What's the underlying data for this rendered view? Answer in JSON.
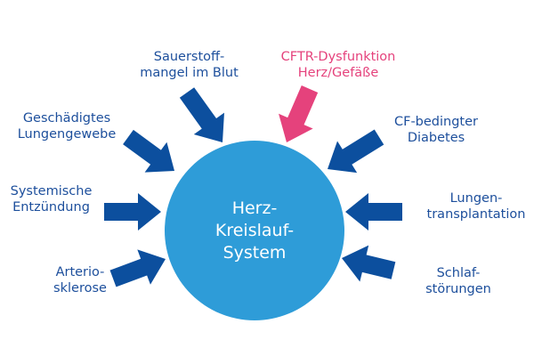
{
  "center": {
    "lines": [
      "Herz-",
      "Kreislauf-",
      "System"
    ]
  },
  "factors": [
    {
      "id": "sauerstoffmangel",
      "lines": [
        "Sauerstoff-",
        "mangel im Blut"
      ],
      "highlight": false
    },
    {
      "id": "cftr",
      "lines": [
        "CFTR-Dysfunktion",
        "Herz/Gefäße"
      ],
      "highlight": true
    },
    {
      "id": "lungengewebe",
      "lines": [
        "Geschädigtes",
        "Lungengewebe"
      ],
      "highlight": false
    },
    {
      "id": "diabetes",
      "lines": [
        "CF-bedingter",
        "Diabetes"
      ],
      "highlight": false
    },
    {
      "id": "entzuendung",
      "lines": [
        "Systemische",
        "Entzündung"
      ],
      "highlight": false
    },
    {
      "id": "transplantation",
      "lines": [
        "Lungen-",
        "transplantation"
      ],
      "highlight": false
    },
    {
      "id": "arteriosklerose",
      "lines": [
        "Arterio-",
        "sklerose"
      ],
      "highlight": false
    },
    {
      "id": "schlaf",
      "lines": [
        "Schlaf-",
        "störungen"
      ],
      "highlight": false
    }
  ],
  "colors": {
    "arrow": "#0c4f9e",
    "highlight": "#e5427c",
    "circle": "#2e9cd8",
    "text": "#1d4f9c"
  }
}
